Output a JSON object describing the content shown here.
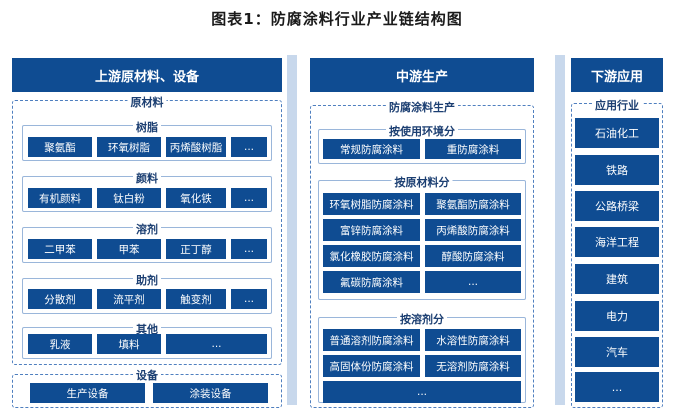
{
  "title": "图表1：防腐涂料行业产业链结构图",
  "upstream": {
    "header": "上游原材料、设备",
    "materials_label": "原材料",
    "groups": [
      {
        "label": "树脂",
        "items": [
          "聚氨酯",
          "环氧树脂",
          "丙烯酸树脂",
          "..."
        ]
      },
      {
        "label": "颜料",
        "items": [
          "有机颜料",
          "钛白粉",
          "氧化铁",
          "..."
        ]
      },
      {
        "label": "溶剂",
        "items": [
          "二甲苯",
          "甲苯",
          "正丁醇",
          "..."
        ]
      },
      {
        "label": "助剂",
        "items": [
          "分散剂",
          "流平剂",
          "触变剂",
          "..."
        ]
      },
      {
        "label": "其他",
        "items": [
          "乳液",
          "填料",
          "..."
        ]
      }
    ],
    "equipment_label": "设备",
    "equipment_items": [
      "生产设备",
      "涂装设备"
    ]
  },
  "midstream": {
    "header": "中游生产",
    "production_label": "防腐涂料生产",
    "env": {
      "label": "按使用环境分",
      "items": [
        "常规防腐涂料",
        "重防腐涂料"
      ]
    },
    "raw": {
      "label": "按原材料分",
      "items": [
        "环氧树脂防腐涂料",
        "聚氨酯防腐涂料",
        "富锌防腐涂料",
        "丙烯酸防腐涂料",
        "氯化橡胶防腐涂料",
        "醇酸防腐涂料",
        "氟碳防腐涂料",
        "..."
      ]
    },
    "solvent": {
      "label": "按溶剂分",
      "items": [
        "普通溶剂防腐涂料",
        "水溶性防腐涂料",
        "高固体份防腐涂料",
        "无溶剂防腐涂料",
        "..."
      ]
    }
  },
  "downstream": {
    "header": "下游应用",
    "industry_label": "应用行业",
    "items": [
      "石油化工",
      "铁路",
      "公路桥梁",
      "海洋工程",
      "建筑",
      "电力",
      "汽车",
      "..."
    ]
  },
  "colors": {
    "primary": "#0f4c92",
    "band": "#b9cde6",
    "border": "#4f7fbf"
  }
}
